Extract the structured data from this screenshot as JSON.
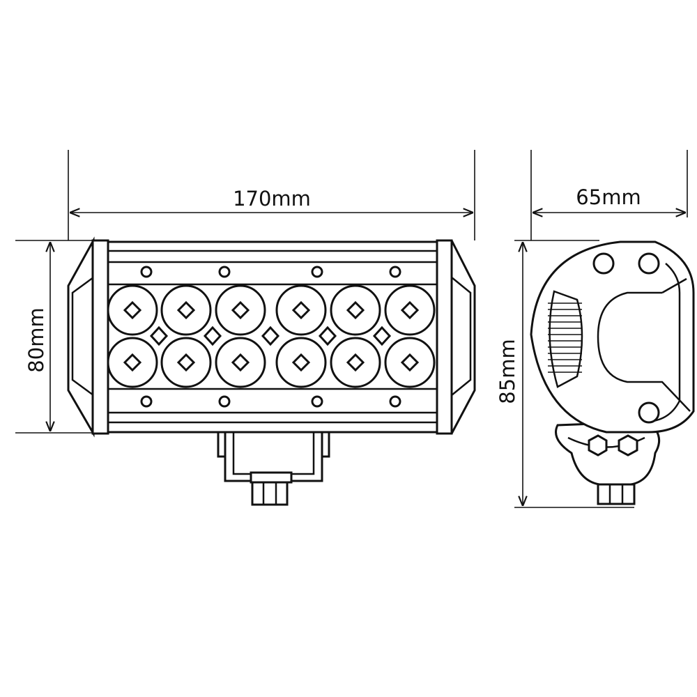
{
  "dimensions": {
    "width": "170mm",
    "height": "80mm",
    "depth": "65mm",
    "side_height": "85mm"
  },
  "colors": {
    "line": "#111111",
    "background": "#ffffff"
  }
}
